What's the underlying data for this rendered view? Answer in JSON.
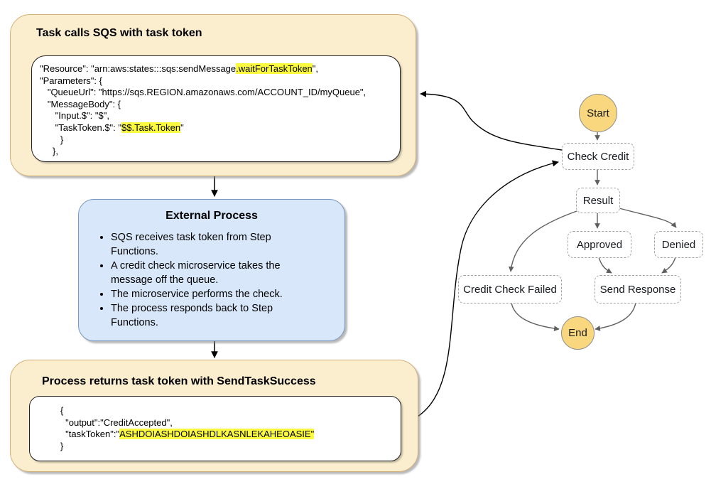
{
  "colors": {
    "panel_fill": "#FBEECF",
    "panel_stroke": "#D3B077",
    "process_fill": "#D8E7F9",
    "process_stroke": "#7897C4",
    "terminal_fill": "#F8D77E",
    "terminal_stroke": "#8f8f8f",
    "highlight": "#FCFA3E",
    "black_arrow": "#000000",
    "flow_arrow": "#5f5f5f"
  },
  "panels": {
    "task_calls": {
      "title": "Task calls SQS with task token",
      "code": [
        [
          {
            "t": "\"Resource\": \"arn:aws:states:::sqs:sendMessage",
            "h": false
          },
          {
            "t": ".waitForTaskToken",
            "h": true
          },
          {
            "t": "\",",
            "h": false
          }
        ],
        [
          {
            "t": "\"Parameters\": {",
            "h": false
          }
        ],
        [
          {
            "t": "   \"QueueUrl\": \"https://sqs.REGION.amazonaws.com/ACCOUNT_ID/myQueue\",",
            "h": false
          }
        ],
        [
          {
            "t": "   \"MessageBody\": {",
            "h": false
          }
        ],
        [
          {
            "t": "      \"Input.$\": \"$\",",
            "h": false
          }
        ],
        [
          {
            "t": "      \"TaskToken.$\": \"",
            "h": false
          },
          {
            "t": "$$.Task.Token",
            "h": true
          },
          {
            "t": "\"",
            "h": false
          }
        ],
        [
          {
            "t": "        }",
            "h": false
          }
        ],
        [
          {
            "t": "     },",
            "h": false
          }
        ]
      ]
    },
    "external_process": {
      "title": "External Process",
      "bullets": [
        "SQS receives task token from Step Functions.",
        "A credit check microservice takes the message off the queue.",
        "The microservice performs the check.",
        "The process responds back to Step Functions."
      ]
    },
    "process_returns": {
      "title": "Process returns task token with SendTaskSuccess",
      "code": [
        [
          {
            "t": "        {",
            "h": false
          }
        ],
        [
          {
            "t": "          \"output\":\"CreditAccepted\",",
            "h": false
          }
        ],
        [
          {
            "t": "          \"taskToken\":\"",
            "h": false
          },
          {
            "t": "ASHDOIASHDOIASHDLKASNLEKAHEOASIE\"",
            "h": true
          }
        ],
        [
          {
            "t": "        }",
            "h": false
          }
        ]
      ]
    }
  },
  "flow": {
    "start": {
      "label": "Start"
    },
    "check_credit": {
      "label": "Check Credit"
    },
    "result": {
      "label": "Result"
    },
    "approved": {
      "label": "Approved"
    },
    "denied": {
      "label": "Denied"
    },
    "credit_check_failed": {
      "label": "Credit Check Failed"
    },
    "send_response": {
      "label": "Send Response"
    },
    "end": {
      "label": "End"
    }
  }
}
